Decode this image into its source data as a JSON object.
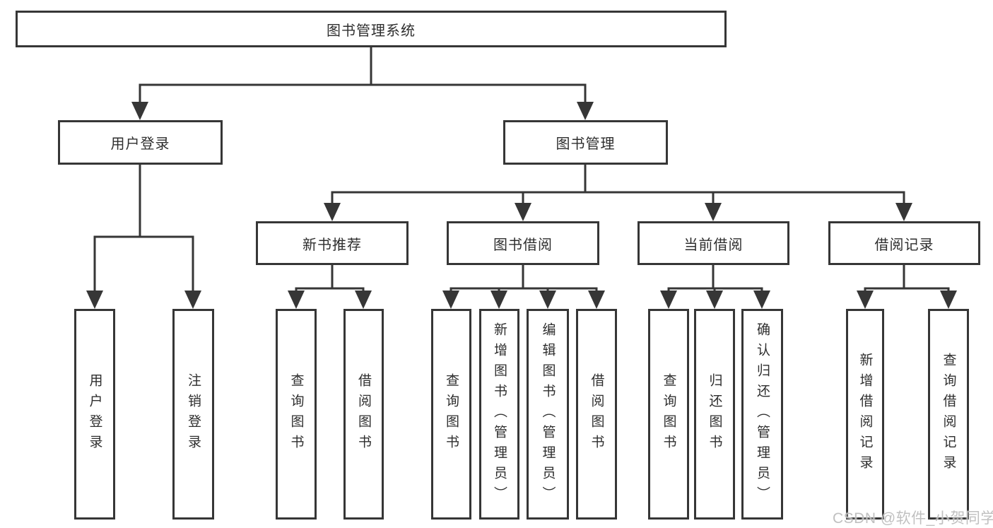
{
  "diagram": {
    "title": "图书管理系统",
    "root": {
      "label": "图书管理系统"
    },
    "user_login": {
      "label": "用户登录",
      "children": [
        {
          "label": "用户登录"
        },
        {
          "label": "注销登录"
        }
      ]
    },
    "book_mgmt": {
      "label": "图书管理",
      "groups": [
        {
          "label": "新书推荐",
          "children": [
            {
              "label": "查询图书"
            },
            {
              "label": "借阅图书"
            }
          ]
        },
        {
          "label": "图书借阅",
          "children": [
            {
              "label": "查询图书"
            },
            {
              "label": "新增图书（管理员）"
            },
            {
              "label": "编辑图书（管理员）"
            },
            {
              "label": "借阅图书"
            }
          ]
        },
        {
          "label": "当前借阅",
          "children": [
            {
              "label": "查询图书"
            },
            {
              "label": "归还图书"
            },
            {
              "label": "确认归还（管理员）"
            }
          ]
        },
        {
          "label": "借阅记录",
          "children": [
            {
              "label": "新增借阅记录"
            },
            {
              "label": "查询借阅记录"
            }
          ]
        }
      ]
    }
  },
  "watermark": {
    "text": "CSDN @软件_小贺同学"
  },
  "colors": {
    "line": "#363636",
    "box_border": "#363636",
    "text": "#2e2e2e",
    "background": "#ffffff",
    "watermark": "#bdbdbd"
  }
}
